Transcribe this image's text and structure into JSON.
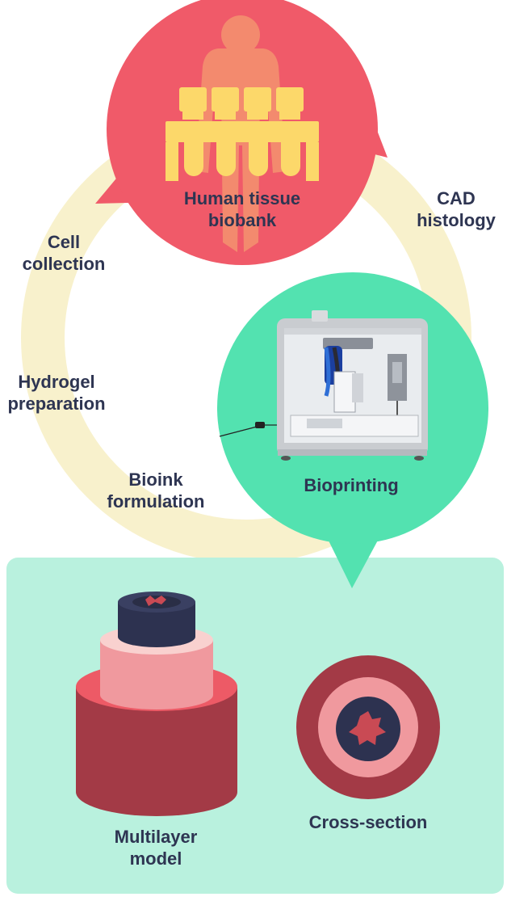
{
  "colors": {
    "ring": "#f8f1cc",
    "biobank": "#f05a69",
    "figure": "#f38a6e",
    "rack": "#fcd86a",
    "bioprint": "#53e2b0",
    "panel": "#b9f1de",
    "dark_layer": "#2d3250",
    "pink_layer": "#f0999e",
    "red_layer": "#a33a46",
    "red_top": "#ed5a66",
    "text": "#2e3552"
  },
  "icons": {
    "human": "human-silhouette-icon",
    "rack": "test-tube-rack-icon",
    "printer": "bioprinter-illustration",
    "model": "multilayer-cylinder-illustration",
    "cross": "cross-section-illustration"
  },
  "nodes": {
    "biobank": {
      "line1": "Human tissue",
      "line2": "biobank"
    },
    "bioprinting": {
      "line1": "Bioprinting"
    }
  },
  "steps": {
    "cad": {
      "line1": "CAD",
      "line2": "histology"
    },
    "cell": {
      "line1": "Cell",
      "line2": "collection"
    },
    "hydrogel": {
      "line1": "Hydrogel",
      "line2": "preparation"
    },
    "bioink": {
      "line1": "Bioink",
      "line2": "formulation"
    }
  },
  "outputs": {
    "multilayer": {
      "line1": "Multilayer",
      "line2": "model"
    },
    "cross": {
      "line1": "Cross-section"
    }
  }
}
